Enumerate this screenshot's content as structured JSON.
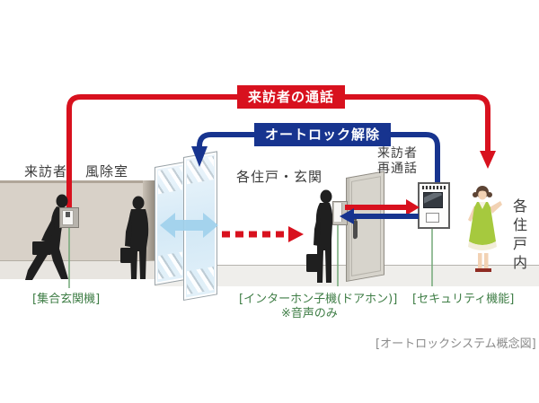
{
  "diagram": {
    "caption": "[オートロックシステム概念図]",
    "flow_banners": {
      "visitor_call": "来訪者の通話",
      "autolock_release": "オートロック解除"
    },
    "area_labels": {
      "visitor": "来訪者",
      "windbreak_room": "風除室",
      "dwelling_entrance": "各住戸・玄関",
      "visitor_recall_line1": "来訪者",
      "visitor_recall_line2": "再通話",
      "inside_dwelling": "各住戸内"
    },
    "equipment_labels": {
      "entrance_station": "[集合玄関機]",
      "door_intercom": "[インターホン子機(ドアホン)]",
      "door_intercom_note": "※音声のみ",
      "security_function": "[セキュリティ機能]"
    },
    "colors": {
      "call_line_red": "#d8111e",
      "unlock_line_blue": "#17348f",
      "equipment_label_green": "#3e7d45",
      "caption_gray": "#8b8b8b",
      "glass_blue": "#d4e9f6",
      "slide_arrow_blue": "#9fd0ec",
      "wall_beige": "#d8d1c8",
      "dress_green": "#a6c93e"
    }
  }
}
